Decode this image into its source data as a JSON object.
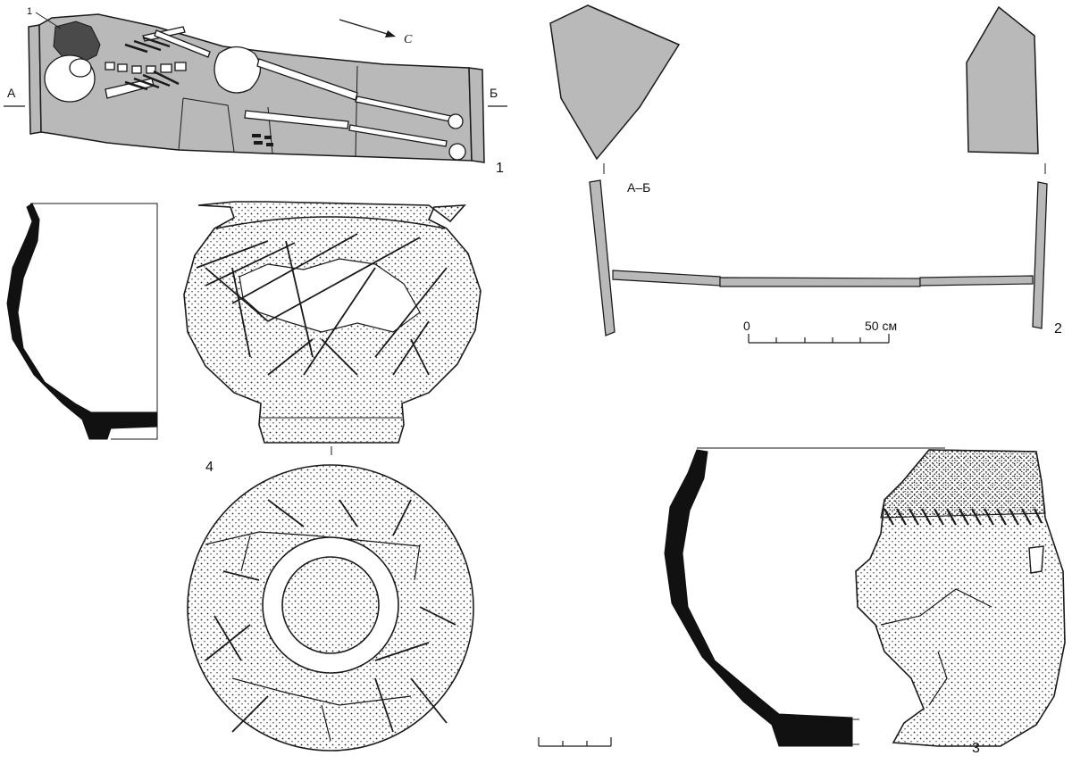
{
  "plan": {
    "label_a": "А",
    "label_b": "Б",
    "north_label": "С",
    "callout_number": "1",
    "figure_number": "1"
  },
  "section": {
    "section_label": "А–Б",
    "scale_start": "0",
    "scale_end": "50 см",
    "figure_number": "2"
  },
  "vessel_4": {
    "figure_number": "4"
  },
  "vessel_3": {
    "figure_number": "3"
  },
  "colors": {
    "stone_fill": "#b9b9b9",
    "stone_fill_dark": "#a9a9a9",
    "soil_dark": "#4a4a4a",
    "ink": "#1a1a1a"
  }
}
